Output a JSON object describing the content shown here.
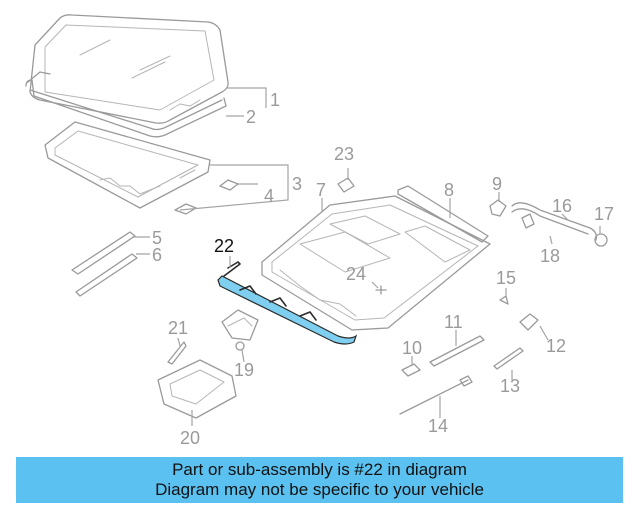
{
  "diagram": {
    "callouts": {
      "c1": "1",
      "c2": "2",
      "c3": "3",
      "c4": "4",
      "c5": "5",
      "c6": "6",
      "c7": "7",
      "c8": "8",
      "c9": "9",
      "c10": "10",
      "c11": "11",
      "c12": "12",
      "c13": "13",
      "c14": "14",
      "c15": "15",
      "c16": "16",
      "c17": "17",
      "c18": "18",
      "c19": "19",
      "c20": "20",
      "c21": "21",
      "c22": "22",
      "c23": "23",
      "c24": "24"
    },
    "highlighted_part": "22",
    "highlight_color": "#7fd0f0"
  },
  "banner": {
    "line1": "Part or sub-assembly is #22 in diagram",
    "line2": "Diagram may not be specific to your vehicle",
    "background": "#5ac1f0"
  }
}
